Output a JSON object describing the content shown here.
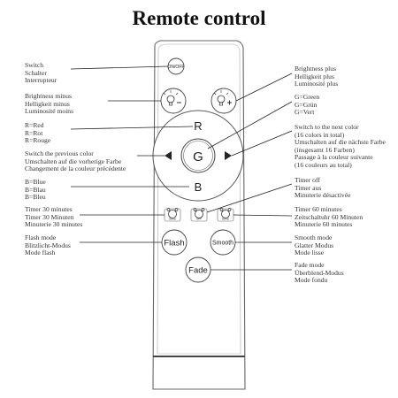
{
  "title": "Remote control",
  "remote": {
    "on_off": "ON/OFF",
    "r": "R",
    "g": "G",
    "b": "B",
    "timer_30": "30min",
    "timer_off": "OFF",
    "timer_60": "60min",
    "flash": "Flash",
    "smooth": "Smooth",
    "fade": "Fade"
  },
  "labels": {
    "switch": [
      "Switch",
      "Schalter",
      "Interrupteur"
    ],
    "brightness_minus": [
      "Brightness minus",
      "Helligkeit minus",
      "Luminosité moins"
    ],
    "red": [
      "R=Red",
      "R=Rot",
      "R=Rouge"
    ],
    "prev_color": [
      "Switch the previous color",
      "Umschalten auf die vorherige Farbe",
      "Changement de la couleur précédente"
    ],
    "blue": [
      "B=Blue",
      "B=Blau",
      "B=Bleu"
    ],
    "timer_30": [
      "Timer 30 minutes",
      "Timer 30 Minuten",
      "Minuterie 30 minutes"
    ],
    "flash": [
      "Flash mode",
      "Blitzlicht-Modus",
      "Mode flash"
    ],
    "brightness_plus": [
      "Brightness plus",
      "Helligkeit plus",
      "Luminosité plus"
    ],
    "green": [
      "G=Green",
      "G=Grün",
      "G=Vert"
    ],
    "next_color": [
      "Switch to the next color",
      "(16 colors in total)",
      "Umschalten auf die nächste Farbe",
      "(insgesamt 16 Farben)",
      "Passage à la couleur suivante",
      "(16 couleurs au total)"
    ],
    "timer_off": [
      "Timer off",
      "Timer aus",
      "Minuterie désactivée"
    ],
    "timer_60": [
      "Timer 60 minutes",
      "Zeitschaltuhr 60 Minuten",
      "Minuterie 60 minutes"
    ],
    "smooth": [
      "Smooth mode",
      "Glatter Modus",
      "Mode lisse"
    ],
    "fade": [
      "Fade mode",
      "Überblend-Modus",
      "Mode fondu"
    ]
  }
}
